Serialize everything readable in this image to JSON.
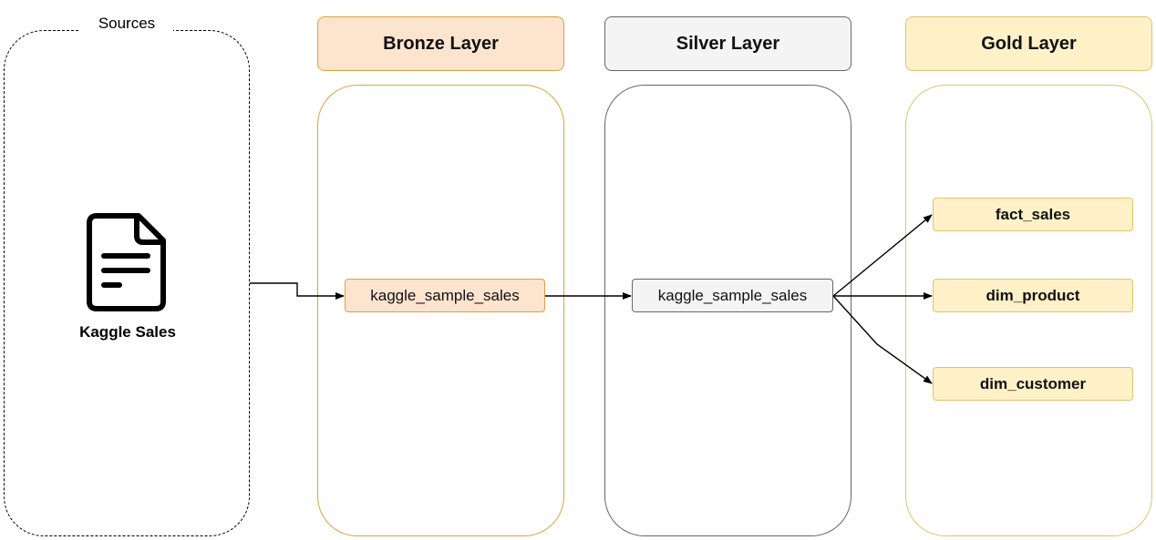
{
  "sources": {
    "label": "Sources",
    "item_label": "Kaggle Sales",
    "icon": "document-icon"
  },
  "layers": {
    "bronze": {
      "title": "Bronze Layer",
      "tables": [
        "kaggle_sample_sales"
      ]
    },
    "silver": {
      "title": "Silver Layer",
      "tables": [
        "kaggle_sample_sales"
      ]
    },
    "gold": {
      "title": "Gold Layer",
      "tables": [
        "fact_sales",
        "dim_product",
        "dim_customer"
      ]
    }
  },
  "colors": {
    "bronze_fill": "#fde4cf",
    "bronze_stroke": "#d9a23a",
    "silver_fill": "#f4f4f4",
    "silver_stroke": "#666666",
    "gold_fill": "#fef1c7",
    "gold_stroke": "#e1c36c"
  }
}
